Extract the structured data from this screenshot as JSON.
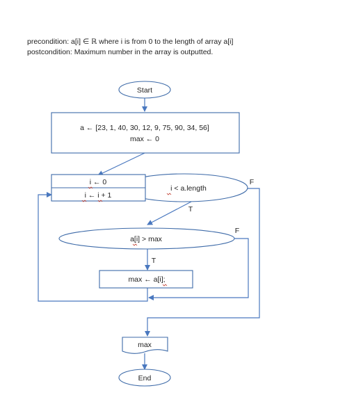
{
  "conditions": {
    "precondition": "precondition: a[i] ∈ ℝ  where i is from 0 to the length of array a[i]",
    "postcondition": "postcondition: Maximum number in the array is outputted."
  },
  "flowchart": {
    "start": "Start",
    "init_line1": "a ← [23, 1, 40, 30, 12, 9, 75, 90, 34, 56]",
    "init_line2": "max ← 0",
    "loop_init": "i ← 0",
    "loop_increment": "i ← i + 1",
    "loop_condition": "i < a.length",
    "compare_condition": "a[i] > max",
    "assign": "max ← a[i];",
    "output": "max",
    "end": "End",
    "true_label": "T",
    "false_label": "F"
  },
  "colors": {
    "connector": "#4a78bf",
    "shape_border": "#3d6aa8",
    "spellcheck_squiggle": "#c0392b"
  }
}
